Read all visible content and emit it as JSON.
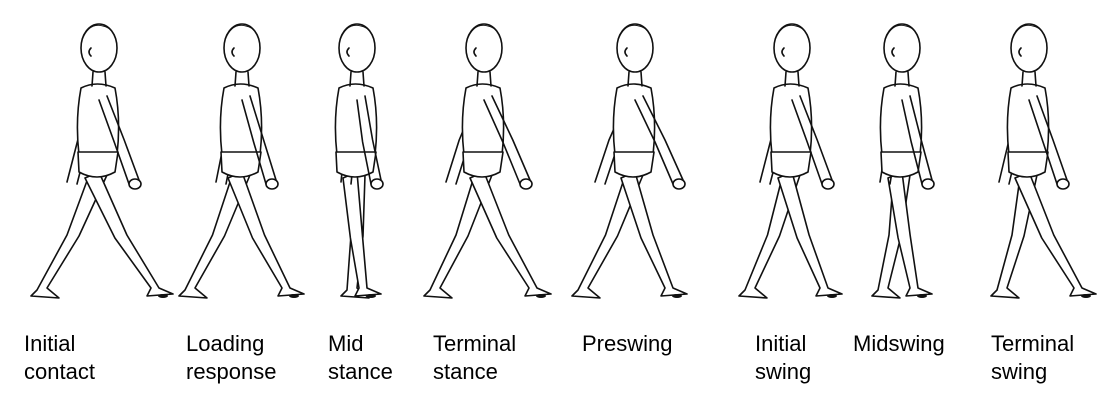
{
  "phases": [
    {
      "line1": "Initial",
      "line2": "contact"
    },
    {
      "line1": "Loading",
      "line2": "response"
    },
    {
      "line1": "Mid",
      "line2": "stance"
    },
    {
      "line1": "Terminal",
      "line2": "stance"
    },
    {
      "line1": "Preswing",
      "line2": ""
    },
    {
      "line1": "Initial",
      "line2": "swing"
    },
    {
      "line1": "Midswing",
      "line2": ""
    },
    {
      "line1": "Terminal",
      "line2": "swing"
    }
  ]
}
